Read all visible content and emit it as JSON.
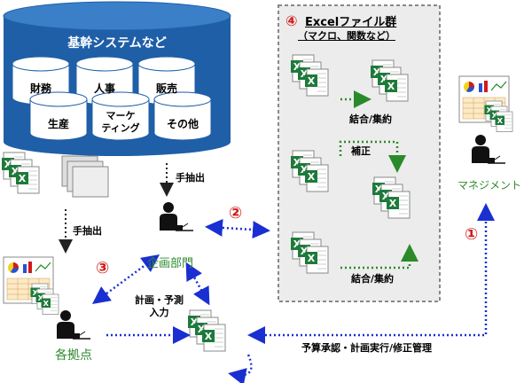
{
  "core_system": {
    "title": "基幹システムなど",
    "modules": [
      "財務",
      "人事",
      "販売",
      "生産",
      "マーケ\nティング",
      "その他"
    ]
  },
  "excel_group": {
    "number": "④",
    "title": "Excelファイル群",
    "subtitle": "（マクロ、関数など）",
    "merge_label_1": "結合/集約",
    "correction_label": "補正",
    "merge_label_2": "結合/集約"
  },
  "labels": {
    "manual_extract_top": "手抽出",
    "manual_extract_left": "手抽出",
    "planning_dept": "企画部門",
    "management": "マネジメント",
    "branches": "各拠点",
    "plan_forecast_input": "計画・予測\n入力",
    "budget_flow": "予算承認・計画実行/修正管理"
  },
  "markers": {
    "m1": "①",
    "m2": "②",
    "m3": "③"
  },
  "colors": {
    "db_blue": "#1f5fa8",
    "db_blue_light": "#3a7fc8",
    "excel_green": "#1e7a3a",
    "arrow_blue": "#1a2fd1",
    "arrow_green": "#2a8a2a",
    "label_green": "#2e8b2e",
    "marker_red": "#d11a1a"
  }
}
